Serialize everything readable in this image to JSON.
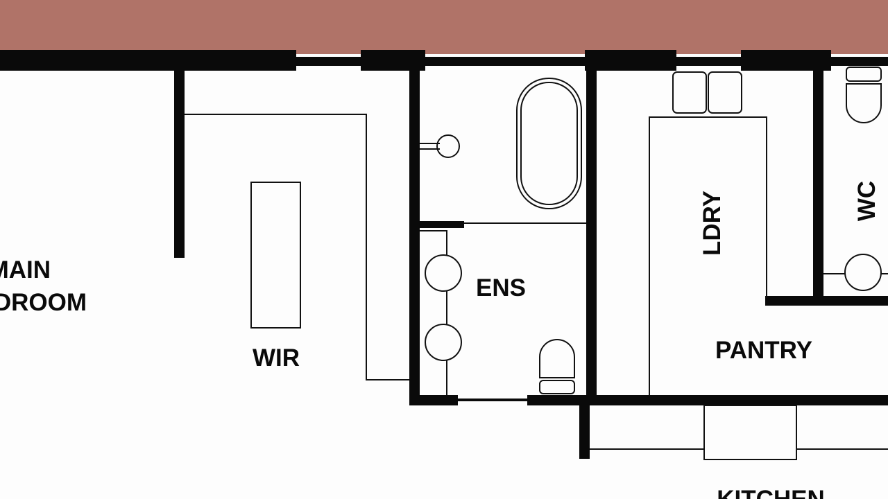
{
  "colors": {
    "roof": "#b07368",
    "wall": "#0a0a0a",
    "floor": "#fdfdfd"
  },
  "rooms": {
    "main_bedroom_line1": "MAIN",
    "main_bedroom_line2": "BEDROOM",
    "wir": "WIR",
    "ens": "ENS",
    "ldry": "LDRY",
    "wc": "WC",
    "pantry": "PANTRY",
    "kitchen": "KITCHEN"
  }
}
